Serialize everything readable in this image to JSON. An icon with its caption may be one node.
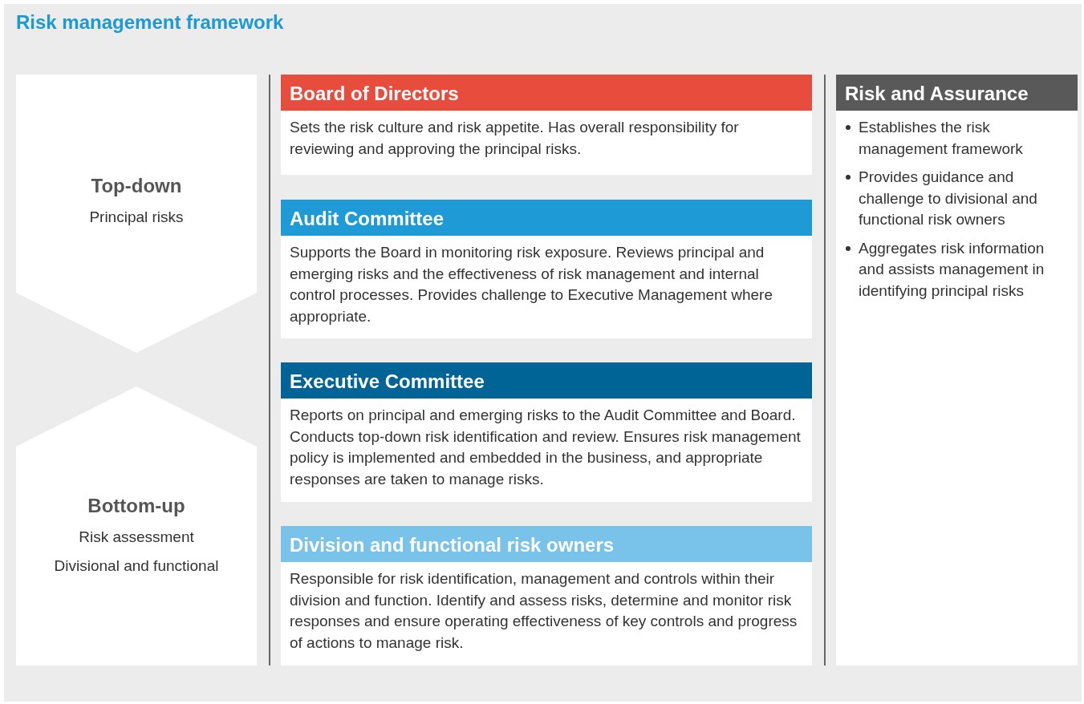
{
  "diagram": {
    "title": "Risk management framework",
    "nodes": [
      {
        "text": [
          "Top-down",
          "Principal risks"
        ]
      },
      {
        "text": [
          "Bottom-up",
          "Risk assessment",
          "Divisional and functional"
        ]
      },
      {
        "text": [
          "Board of Directors",
          "Sets the risk culture and risk appetite. Has overall responsibility for reviewing and approving the principal risks."
        ]
      },
      {
        "text": [
          "Audit Committee",
          "Supports the Board in monitoring risk exposure. Reviews principal and emerging risks and the effectiveness of risk management and internal control processes. Provides challenge to Executive Management where appropriate."
        ]
      },
      {
        "text": [
          "Executive Committee",
          "Reports on principal and emerging risks to the Audit Committee and Board. Conducts top-down risk identification and review. Ensures risk management policy is implemented and embedded in the business, and appropriate responses are taken to manage risks."
        ]
      },
      {
        "text": [
          "Division and functional risk owners",
          "Responsible for risk identification, management and controls within their division and function. Identify and assess risks, determine and monitor risk responses and ensure operating effectiveness of key controls and progress of actions to manage risk."
        ]
      },
      {
        "text": [
          "Risk and Assurance",
          "Establishes the risk management framework",
          "Provides guidance and challenge to divisional and functional risk owners",
          "Aggregates risk information and assists management in identifying principal risks"
        ]
      }
    ],
    "edges": []
  }
}
